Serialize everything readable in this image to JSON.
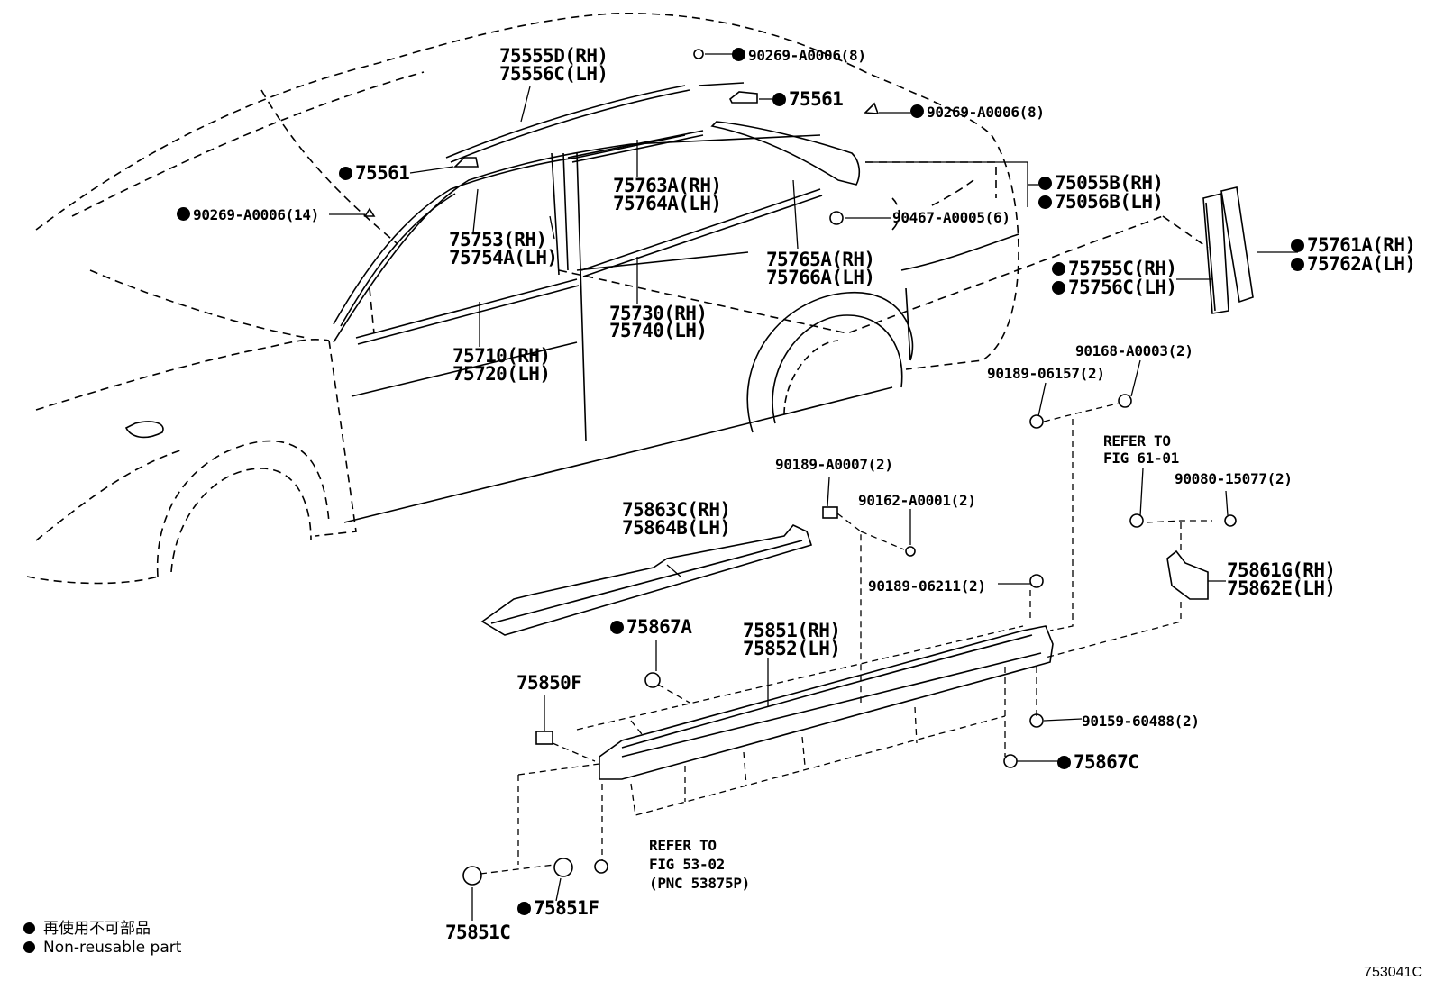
{
  "diagram_code": "753041C",
  "legend": {
    "jp": "再使用不可部品",
    "en": "Non-reusable part"
  },
  "parts": {
    "p75555d": "75555D(RH)",
    "p75556c": "75556C(LH)",
    "p90269_8a": "90269-A0006(8)",
    "p75561_top": "75561",
    "p90269_8b": "90269-A0006(8)",
    "p75561_left": "75561",
    "p90269_14": "90269-A0006(14)",
    "p75763a": "75763A(RH)",
    "p75764a": "75764A(LH)",
    "p75055b": "75055B(RH)",
    "p75056b": "75056B(LH)",
    "p90467": "90467-A0005(6)",
    "p75753": "75753(RH)",
    "p75754a": "75754A(LH)",
    "p75765a": "75765A(RH)",
    "p75766a": "75766A(LH)",
    "p75761a": "75761A(RH)",
    "p75762a": "75762A(LH)",
    "p75755c": "75755C(RH)",
    "p75756c": "75756C(LH)",
    "p75730": "75730(RH)",
    "p75740": "75740(LH)",
    "p75710": "75710(RH)",
    "p75720": "75720(LH)",
    "p90168": "90168-A0003(2)",
    "p90189_06157": "90189-06157(2)",
    "refer61_a": "REFER TO",
    "refer61_b": "FIG 61-01",
    "p90080": "90080-15077(2)",
    "p90189_a0007": "90189-A0007(2)",
    "p90162": "90162-A0001(2)",
    "p75863c": "75863C(RH)",
    "p75864b": "75864B(LH)",
    "p75861g": "75861G(RH)",
    "p75862e": "75862E(LH)",
    "p90189_06211": "90189-06211(2)",
    "p75867a": "75867A",
    "p75851": "75851(RH)",
    "p75852": "75852(LH)",
    "p75850f": "75850F",
    "p90159": "90159-60488(2)",
    "p75867c": "75867C",
    "refer53_a": "REFER TO",
    "refer53_b": "FIG 53-02",
    "refer53_c": "(PNC 53875P)",
    "p75851f": "75851F",
    "p75851c": "75851C"
  }
}
